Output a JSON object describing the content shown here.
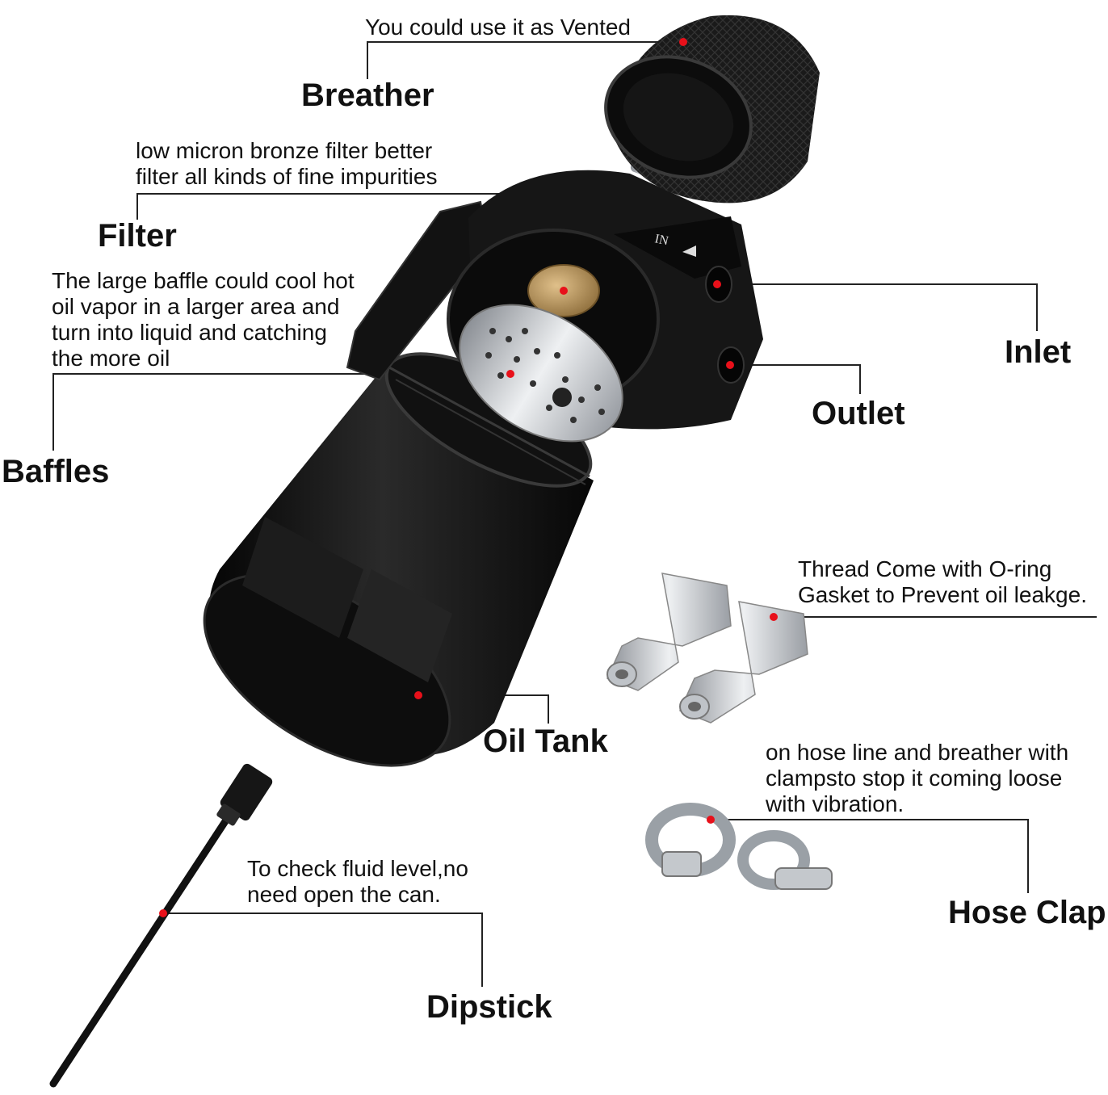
{
  "labels": {
    "breather": {
      "title": "Breather",
      "desc": "You could use it as Vented"
    },
    "filter": {
      "title": "Filter",
      "desc": "low micron bronze filter better\nfilter all kinds of fine impurities"
    },
    "baffles": {
      "title": "Baffles",
      "desc": "The large baffle could cool hot\noil vapor in a larger area and\nturn into liquid and catching\nthe more oil"
    },
    "inlet": {
      "title": "Inlet"
    },
    "outlet": {
      "title": "Outlet"
    },
    "fittings": {
      "desc": "Thread Come with O-ring\nGasket to Prevent oil leakge."
    },
    "oil_tank": {
      "title": "Oil Tank"
    },
    "hose_clamp": {
      "title": "Hose Clap",
      "desc": "on hose line and breather with\nclampsto stop it coming loose\nwith vibration."
    },
    "dipstick": {
      "title": "Dipstick",
      "desc": "To check fluid level,no\nneed open the can."
    },
    "inlet_marking": "IN"
  },
  "colors": {
    "background": "#ffffff",
    "text": "#111111",
    "leader_line": "#222222",
    "marker_dot": "#e8101a",
    "part_black": "#151515",
    "bronze": "#b8925a",
    "metal": "#c9ccd0"
  }
}
